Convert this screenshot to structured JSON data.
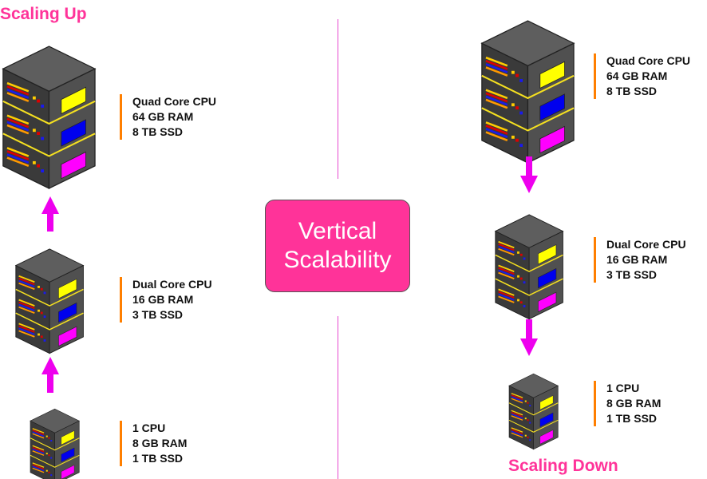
{
  "left_panel": {
    "heading": "Scaling Up",
    "servers": [
      {
        "specs": [
          "1 CPU",
          "8 GB RAM",
          "1 TB SSD"
        ]
      },
      {
        "specs": [
          "Dual Core CPU",
          "16 GB RAM",
          "3 TB SSD"
        ]
      },
      {
        "specs": [
          "Quad Core CPU",
          "64 GB RAM",
          "8 TB SSD"
        ]
      }
    ]
  },
  "right_panel": {
    "heading": "Scaling Down",
    "servers": [
      {
        "specs": [
          "Quad Core CPU",
          "64 GB RAM",
          "8 TB SSD"
        ]
      },
      {
        "specs": [
          "Dual Core CPU",
          "16 GB RAM",
          "3 TB SSD"
        ]
      },
      {
        "specs": [
          "1 CPU",
          "8 GB RAM",
          "1 TB SSD"
        ]
      }
    ]
  },
  "center_box": {
    "line1": "Vertical",
    "line2": "Scalability"
  },
  "colors": {
    "accent": "#ff3399",
    "arrow": "#ee00ee",
    "spec_bar": "#ff7f00",
    "server_body": "#4a4a4a",
    "tray_line": "#f5e020",
    "panel_colors": [
      "#ffff00",
      "#0000ee",
      "#ff00ff"
    ]
  },
  "icons": [
    "server-stack-icon",
    "arrow-up-icon",
    "arrow-down-icon"
  ]
}
